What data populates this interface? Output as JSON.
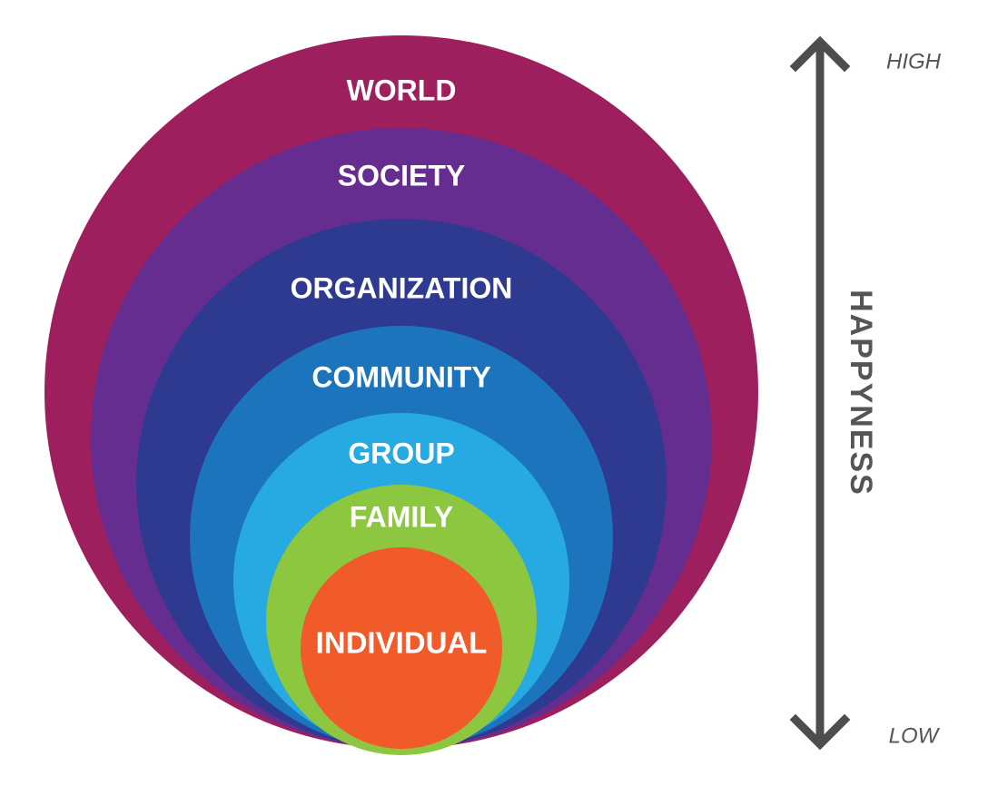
{
  "diagram": {
    "rings": [
      {
        "key": "world",
        "label": "WORLD",
        "color": "#9E1F5E"
      },
      {
        "key": "society",
        "label": "SOCIETY",
        "color": "#662D91"
      },
      {
        "key": "organization",
        "label": "ORGANIZATION",
        "color": "#2E3A8F"
      },
      {
        "key": "community",
        "label": "COMMUNITY",
        "color": "#1C75BC"
      },
      {
        "key": "group",
        "label": "GROUP",
        "color": "#27AAE1"
      },
      {
        "key": "family",
        "label": "FAMILY",
        "color": "#8DC63F"
      },
      {
        "key": "individual",
        "label": "INDIVIDUAL",
        "color": "#F15A29"
      }
    ]
  },
  "scale": {
    "high_label": "HIGH",
    "low_label": "LOW",
    "axis_label": "HAPPYNESS",
    "arrow_color": "#4D4D4D",
    "text_color": "#555555"
  }
}
